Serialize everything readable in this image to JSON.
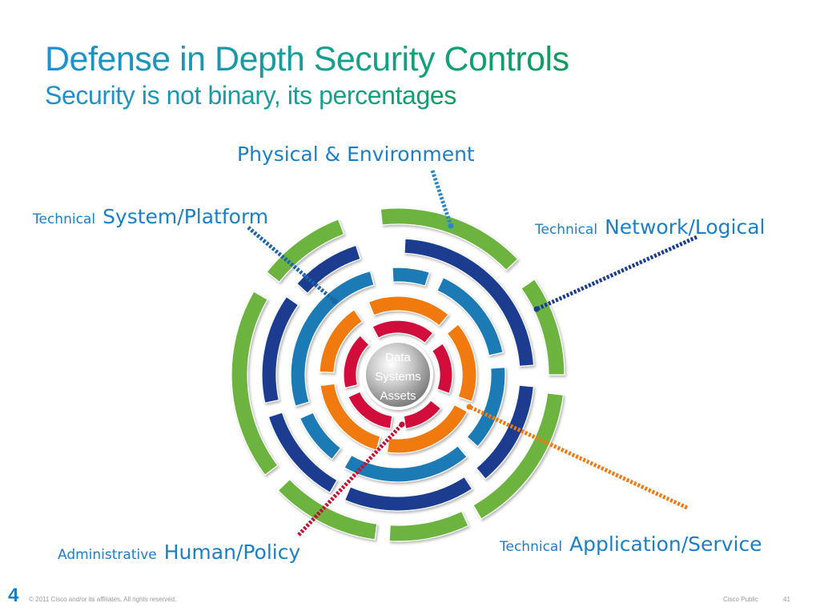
{
  "title": "Defense in Depth Security Controls",
  "subtitle": "Security is not binary, its percentages",
  "core": {
    "line1": "Data",
    "line2": "Systems",
    "line3": "Assets"
  },
  "labels": {
    "physical": {
      "category": "",
      "name": "Physical & Environment"
    },
    "system": {
      "category": "Technical",
      "name": "System/Platform"
    },
    "network": {
      "category": "Technical",
      "name": "Network/Logical"
    },
    "human": {
      "category": "Administrative",
      "name": "Human/Policy"
    },
    "application": {
      "category": "Technical",
      "name": "Application/Service"
    }
  },
  "colors": {
    "physical": "#6db33f",
    "network": "#1b3d8f",
    "system": "#1a7ab5",
    "application": "#f07a10",
    "human": "#d0103a"
  },
  "footer": {
    "copyright": "© 2011 Cisco and/or its affiliates. All rights reserved.",
    "classification": "Cisco Public",
    "page": "41",
    "page_large": "4"
  }
}
